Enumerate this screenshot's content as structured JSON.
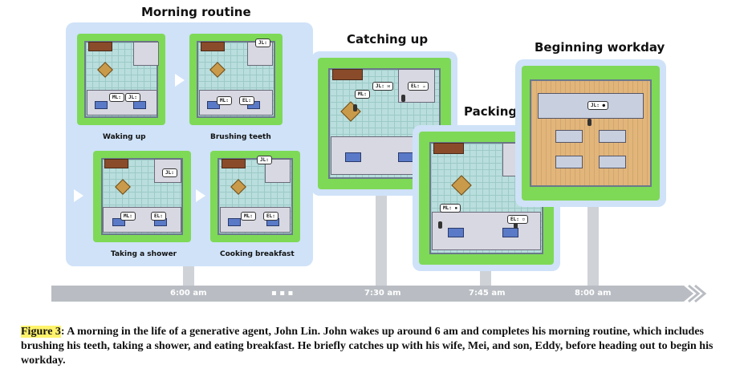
{
  "titles": {
    "morning": "Morning routine",
    "catching": "Catching up",
    "packing": "Packing",
    "workday": "Beginning workday"
  },
  "scenes": {
    "waking": "Waking up",
    "brushing": "Brushing teeth",
    "shower": "Taking a shower",
    "cooking": "Cooking breakfast"
  },
  "bubbles": {
    "jl": "JL:",
    "ml": "ML:",
    "el": "EL:"
  },
  "timeline": {
    "t1": "6:00 am",
    "dots": "▪ ▪ ▪",
    "t2": "7:30 am",
    "t3": "7:45 am",
    "t4": "8:00 am"
  },
  "caption": {
    "label": "Figure 3",
    "text": ": A morning in the life of a generative agent, John Lin. John wakes up around 6 am and completes his morning routine, which includes brushing his teeth, taking a shower, and eating breakfast. He briefly catches up with his wife, Mei, and son, Eddy, before heading out to begin his workday."
  },
  "colors": {
    "panel": "#cfe2f8",
    "grass": "#7ed957",
    "timeline": "#b9bdc3",
    "highlight": "#fff36b"
  }
}
